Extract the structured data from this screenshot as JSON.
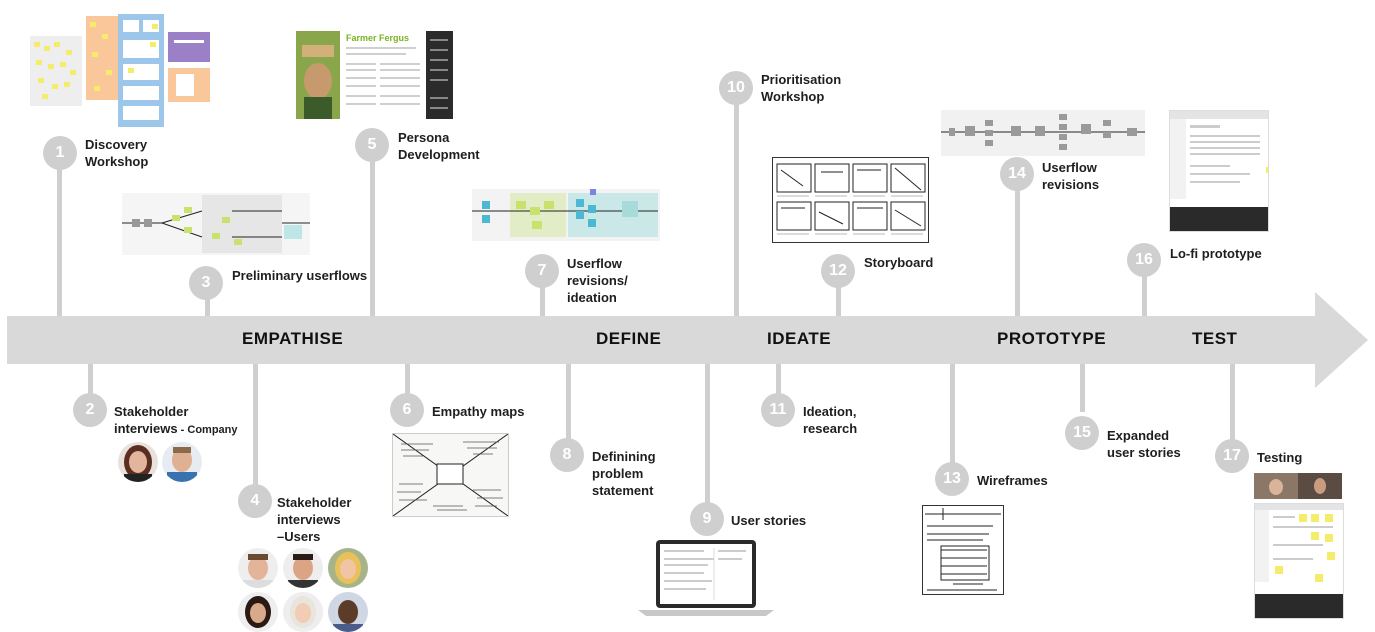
{
  "phases": [
    "EMPATHISE",
    "DEFINE",
    "IDEATE",
    "PROTOTYPE",
    "TEST"
  ],
  "steps": [
    {
      "n": "1",
      "label": "Discovery\nWorkshop"
    },
    {
      "n": "2",
      "label": "Stakeholder\ninterviews",
      "suffix": " - Company"
    },
    {
      "n": "3",
      "label": "Preliminary userflows"
    },
    {
      "n": "4",
      "label": "Stakeholder\ninterviews\n–Users"
    },
    {
      "n": "5",
      "label": "Persona\nDevelopment"
    },
    {
      "n": "6",
      "label": "Empathy maps"
    },
    {
      "n": "7",
      "label": "Userflow\nrevisions/\nideation"
    },
    {
      "n": "8",
      "label": "Definining\nproblem\nstatement"
    },
    {
      "n": "9",
      "label": "User stories"
    },
    {
      "n": "10",
      "label": "Prioritisation\nWorkshop"
    },
    {
      "n": "11",
      "label": "Ideation,\nresearch"
    },
    {
      "n": "12",
      "label": "Storyboard"
    },
    {
      "n": "13",
      "label": "Wireframes"
    },
    {
      "n": "14",
      "label": "Userflow\nrevisions"
    },
    {
      "n": "15",
      "label": "Expanded\nuser stories"
    },
    {
      "n": "16",
      "label": "Lo-fi prototype"
    },
    {
      "n": "17",
      "label": "Testing"
    }
  ],
  "persona": {
    "name": "Farmer Fergus"
  },
  "colors": {
    "arrow": "#d9d9d9",
    "stem": "#cfcfcf",
    "accent_green": "#7ab51d",
    "sticky_yellow": "#f4ec6a",
    "blue_panel": "#9cc6ea",
    "purple_panel": "#9b7fc7",
    "peach_panel": "#f9c79a"
  }
}
